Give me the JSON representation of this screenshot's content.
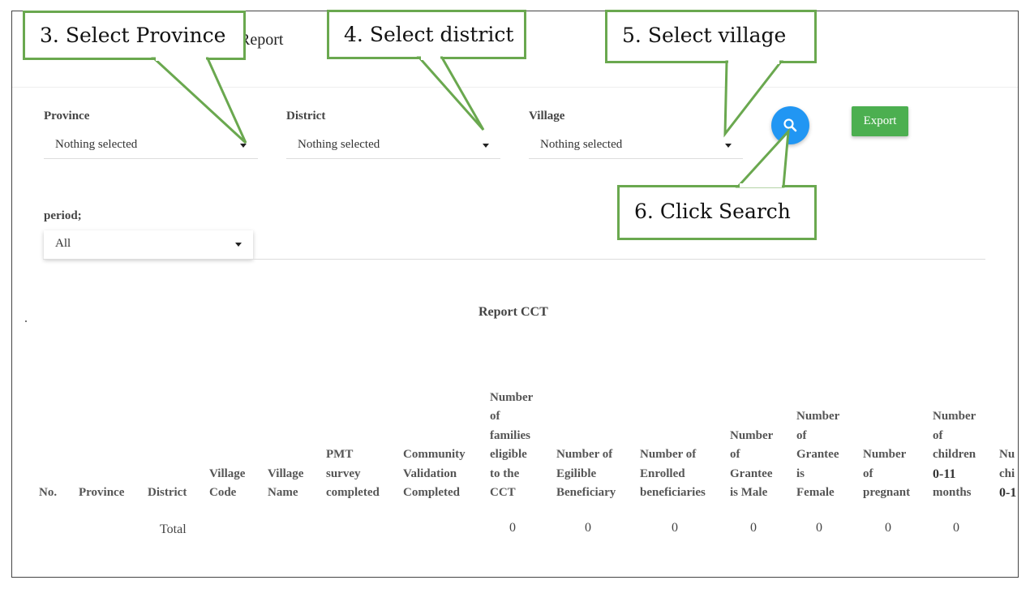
{
  "page": {
    "title_fragment": "Report"
  },
  "filters": {
    "province": {
      "label": "Province",
      "value": "Nothing selected"
    },
    "district": {
      "label": "District",
      "value": "Nothing selected"
    },
    "village": {
      "label": "Village",
      "value": "Nothing selected"
    },
    "period": {
      "label": "period;",
      "value": "All"
    }
  },
  "buttons": {
    "search_icon": "search-icon",
    "export_label": "Export"
  },
  "report": {
    "title": "Report CCT",
    "columns": [
      {
        "key": "no",
        "lines": [
          "No."
        ]
      },
      {
        "key": "province",
        "lines": [
          "Province"
        ]
      },
      {
        "key": "district",
        "lines": [
          "District"
        ]
      },
      {
        "key": "village_code",
        "lines": [
          "Village",
          "Code"
        ]
      },
      {
        "key": "village_name",
        "lines": [
          "Village",
          "Name"
        ]
      },
      {
        "key": "pmt",
        "lines": [
          "PMT",
          "survey",
          "completed"
        ]
      },
      {
        "key": "community",
        "lines": [
          "Community",
          "Validation",
          "Completed"
        ]
      },
      {
        "key": "families",
        "lines": [
          "Number",
          "of",
          "families",
          "eligible",
          "to the",
          "CCT"
        ]
      },
      {
        "key": "eligible",
        "lines": [
          "Number of",
          "Egilible",
          "Beneficiary"
        ]
      },
      {
        "key": "enrolled",
        "lines": [
          "Number of",
          "Enrolled",
          "beneficiaries"
        ]
      },
      {
        "key": "male",
        "lines": [
          "Number",
          "of",
          "Grantee",
          "is Male"
        ]
      },
      {
        "key": "female",
        "lines": [
          "Number",
          "of",
          "Grantee",
          "is",
          "Female"
        ]
      },
      {
        "key": "pregnant",
        "lines": [
          "Number",
          "of",
          "pregnant"
        ]
      },
      {
        "key": "children_0_11",
        "lines": [
          "Number",
          "of",
          "children",
          "0-11",
          "months"
        ]
      },
      {
        "key": "children_cut",
        "lines": [
          "Nu",
          "chi",
          "0-1"
        ]
      }
    ],
    "total_row": {
      "label": "Total",
      "values": [
        "0",
        "0",
        "0",
        "0",
        "0",
        "0",
        "0"
      ]
    }
  },
  "callouts": {
    "c3": {
      "num": "3.",
      "text": "Select Province"
    },
    "c4": {
      "num": "4.",
      "text": "Select district"
    },
    "c5": {
      "num": "5.",
      "text": "Select village"
    },
    "c6": {
      "num": "6.",
      "text": "Click Search"
    }
  },
  "colors": {
    "callout_border": "#6aa84f",
    "search_button": "#2196f3",
    "export_button": "#4caf50"
  }
}
